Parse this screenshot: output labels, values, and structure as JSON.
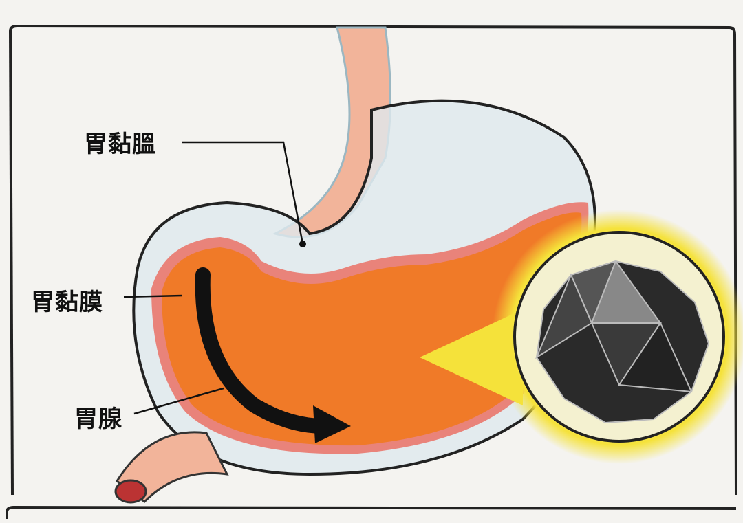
{
  "labels": {
    "mucosa_top": "胃黏膃",
    "mucosa": "胃黏膜",
    "gland": "胃腺"
  },
  "colors": {
    "stomach_fill": "#f07a28",
    "lining": "#e9837a",
    "glass": "#dfe9ee",
    "glow": "#f5e23a",
    "virus": "#2a2a2a"
  }
}
